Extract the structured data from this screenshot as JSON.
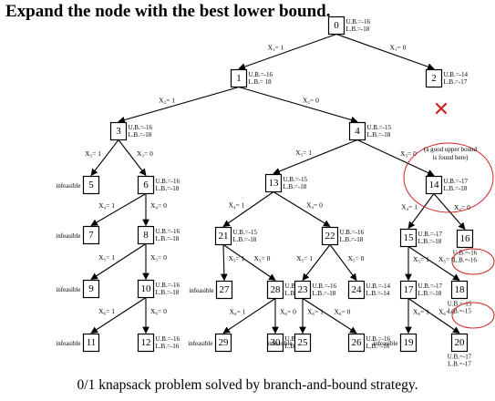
{
  "heading": "Expand the node with the best lower bound.",
  "caption": "0/1 knapsack problem solved by branch-and-bound strategy.",
  "infeasible_label": "infeasible",
  "annotation": {
    "line1": "(a good upper bound",
    "line2": "is found here)"
  },
  "pruned_mark": "✕",
  "colors": {
    "line": "#000000",
    "highlight": "#cc2222"
  },
  "nodes": [
    {
      "id": "0",
      "ub": "U.B.=-16",
      "lb": "L.B.=-18"
    },
    {
      "id": "1",
      "ub": "U.B.=-16",
      "lb": "L.B.= 18"
    },
    {
      "id": "2",
      "ub": "U.B.=-14",
      "lb": "L.B.=-17"
    },
    {
      "id": "3",
      "ub": "U.B.=-16",
      "lb": "L.B.=-18"
    },
    {
      "id": "4",
      "ub": "U.B.=-15",
      "lb": "L.B.=-18"
    },
    {
      "id": "5",
      "infeasible": true
    },
    {
      "id": "6",
      "ub": "U.B.=-16",
      "lb": "L.B.=-18"
    },
    {
      "id": "13",
      "ub": "U.B.=-15",
      "lb": "L.B.=-18"
    },
    {
      "id": "14",
      "ub": "U.B.=-17",
      "lb": "L.B.=-18"
    },
    {
      "id": "7",
      "infeasible": true
    },
    {
      "id": "8",
      "ub": "U.B.=-16",
      "lb": "L.B.=-18"
    },
    {
      "id": "21",
      "ub": "U.B.=-15",
      "lb": "L.B.=-18"
    },
    {
      "id": "22",
      "ub": "U.B.=-16",
      "lb": "L.B.=-18"
    },
    {
      "id": "15",
      "ub": "U.B.=-17",
      "lb": "L.B.=-18"
    },
    {
      "id": "16",
      "ub": "U.B.=-16",
      "lb": "L.B.=-16"
    },
    {
      "id": "9",
      "infeasible": true
    },
    {
      "id": "10",
      "ub": "U.B.=-16",
      "lb": "L.B.=-18"
    },
    {
      "id": "27",
      "infeasible": true
    },
    {
      "id": "28",
      "ub": "U.B.=-15",
      "lb": "L.B.=-18"
    },
    {
      "id": "23",
      "ub": "U.B.=-16",
      "lb": "L.B.=-18"
    },
    {
      "id": "24",
      "ub": "U.B.=-14",
      "lb": "L.B.=-14"
    },
    {
      "id": "17",
      "ub": "U.B.=-17",
      "lb": "L.B.=-18"
    },
    {
      "id": "18",
      "ub": "U.B.=-15",
      "lb": "L.B.=-15"
    },
    {
      "id": "11",
      "infeasible": true
    },
    {
      "id": "12",
      "ub": "U.B.=-16",
      "lb": "L.B.=-16"
    },
    {
      "id": "29",
      "infeasible": true
    },
    {
      "id": "30",
      "ub": "U.B.=-15",
      "lb": "L.B.=-15"
    },
    {
      "id": "25",
      "infeasible": true
    },
    {
      "id": "26",
      "ub": "U.B.=-16",
      "lb": "L.B.=-16"
    },
    {
      "id": "19",
      "infeasible": true
    },
    {
      "id": "20",
      "ub": "U.B.=-17",
      "lb": "L.B.=-17"
    }
  ],
  "edges": [
    {
      "from": "0",
      "to": "1",
      "label": "X₁= 1"
    },
    {
      "from": "0",
      "to": "2",
      "label": "X₁= 0"
    },
    {
      "from": "1",
      "to": "3",
      "label": "X₂= 1"
    },
    {
      "from": "1",
      "to": "4",
      "label": "X₂= 0"
    },
    {
      "from": "3",
      "to": "5",
      "label": "X₃= 1"
    },
    {
      "from": "3",
      "to": "6",
      "label": "X₃= 0"
    },
    {
      "from": "4",
      "to": "13",
      "label": "X₃= 1"
    },
    {
      "from": "4",
      "to": "14",
      "label": "X₃= 0"
    },
    {
      "from": "6",
      "to": "7",
      "label": "X₄= 1"
    },
    {
      "from": "6",
      "to": "8",
      "label": "X₄= 0"
    },
    {
      "from": "13",
      "to": "21",
      "label": "X₄= 1"
    },
    {
      "from": "13",
      "to": "22",
      "label": "X₄= 0"
    },
    {
      "from": "14",
      "to": "15",
      "label": "X₄= 1"
    },
    {
      "from": "14",
      "to": "16",
      "label": "X₄= 0"
    },
    {
      "from": "8",
      "to": "9",
      "label": "X₅= 1"
    },
    {
      "from": "8",
      "to": "10",
      "label": "X₅= 0"
    },
    {
      "from": "21",
      "to": "27",
      "label": "X₅= 1"
    },
    {
      "from": "21",
      "to": "28",
      "label": "X₅= 0"
    },
    {
      "from": "22",
      "to": "23",
      "label": "X₅= 1"
    },
    {
      "from": "22",
      "to": "24",
      "label": "X₅= 0"
    },
    {
      "from": "15",
      "to": "17",
      "label": "X₅= 1"
    },
    {
      "from": "15",
      "to": "18",
      "label": "X₅= 0"
    },
    {
      "from": "10",
      "to": "11",
      "label": "X₆= 1"
    },
    {
      "from": "10",
      "to": "12",
      "label": "X₆= 0"
    },
    {
      "from": "28",
      "to": "29",
      "label": "X₆= 1"
    },
    {
      "from": "28",
      "to": "30",
      "label": "X₆= 0"
    },
    {
      "from": "23",
      "to": "25",
      "label": "X₆= 1"
    },
    {
      "from": "23",
      "to": "26",
      "label": "X₆= 0"
    },
    {
      "from": "17",
      "to": "19",
      "label": "X₆= 1"
    },
    {
      "from": "17",
      "to": "20",
      "label": "X₆= 0"
    }
  ]
}
